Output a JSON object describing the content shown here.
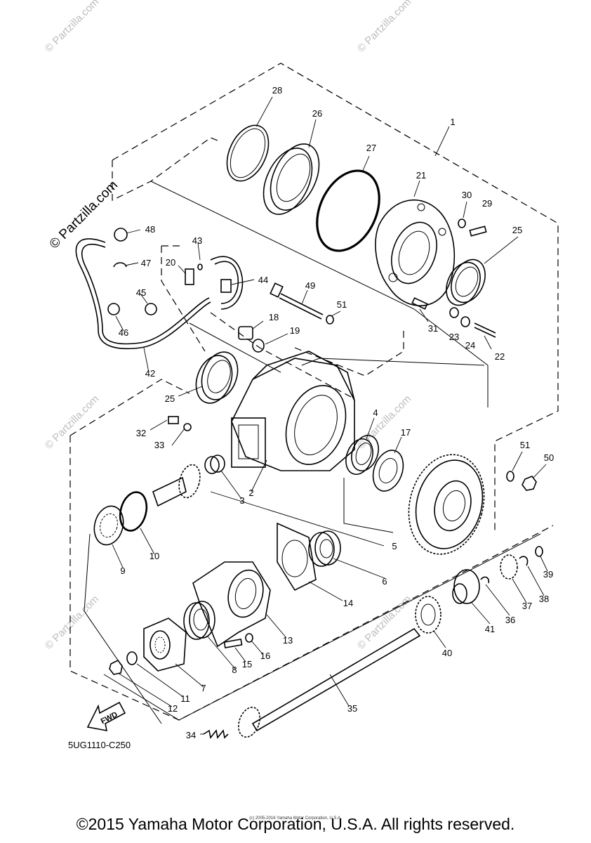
{
  "diagram": {
    "code": "5UG1110-C250",
    "fwd_label": "FWD",
    "watermark": "© Partzilla.com",
    "watermark_small": "© Partzilla.com",
    "callouts": [
      "1",
      "2",
      "3",
      "4",
      "5",
      "6",
      "7",
      "8",
      "9",
      "10",
      "11",
      "12",
      "13",
      "14",
      "15",
      "16",
      "17",
      "18",
      "19",
      "20",
      "21",
      "22",
      "23",
      "24",
      "25",
      "25",
      "26",
      "27",
      "28",
      "29",
      "30",
      "31",
      "32",
      "33",
      "34",
      "35",
      "36",
      "37",
      "38",
      "39",
      "40",
      "41",
      "42",
      "43",
      "44",
      "45",
      "46",
      "47",
      "48",
      "49",
      "50",
      "51",
      "51"
    ]
  },
  "footer": {
    "copyright": "©2015 Yamaha Motor Corporation, U.S.A. All rights reserved.",
    "tiny_copyright": "(c) 2005-2016 Yamaha Motor Corporation, U.S.A."
  }
}
